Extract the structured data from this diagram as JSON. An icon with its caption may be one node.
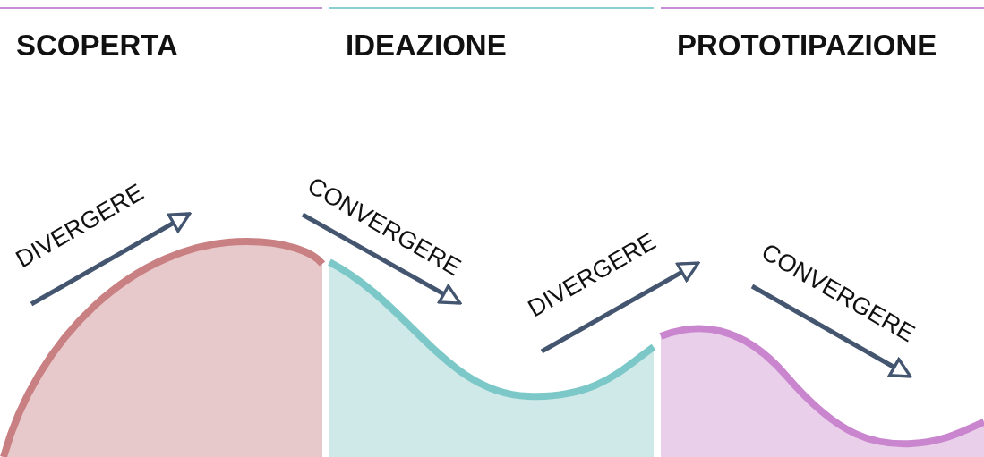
{
  "diagram": {
    "nodes": [
      {
        "text": [
          "SCOPERTA"
        ]
      },
      {
        "text": [
          "IDEAZIONE"
        ]
      },
      {
        "text": [
          "PROTOTIPAZIONE"
        ]
      }
    ],
    "labels": [
      "DIVERGERE",
      "CONVERGERE",
      "DIVERGERE",
      "CONVERGERE"
    ]
  }
}
